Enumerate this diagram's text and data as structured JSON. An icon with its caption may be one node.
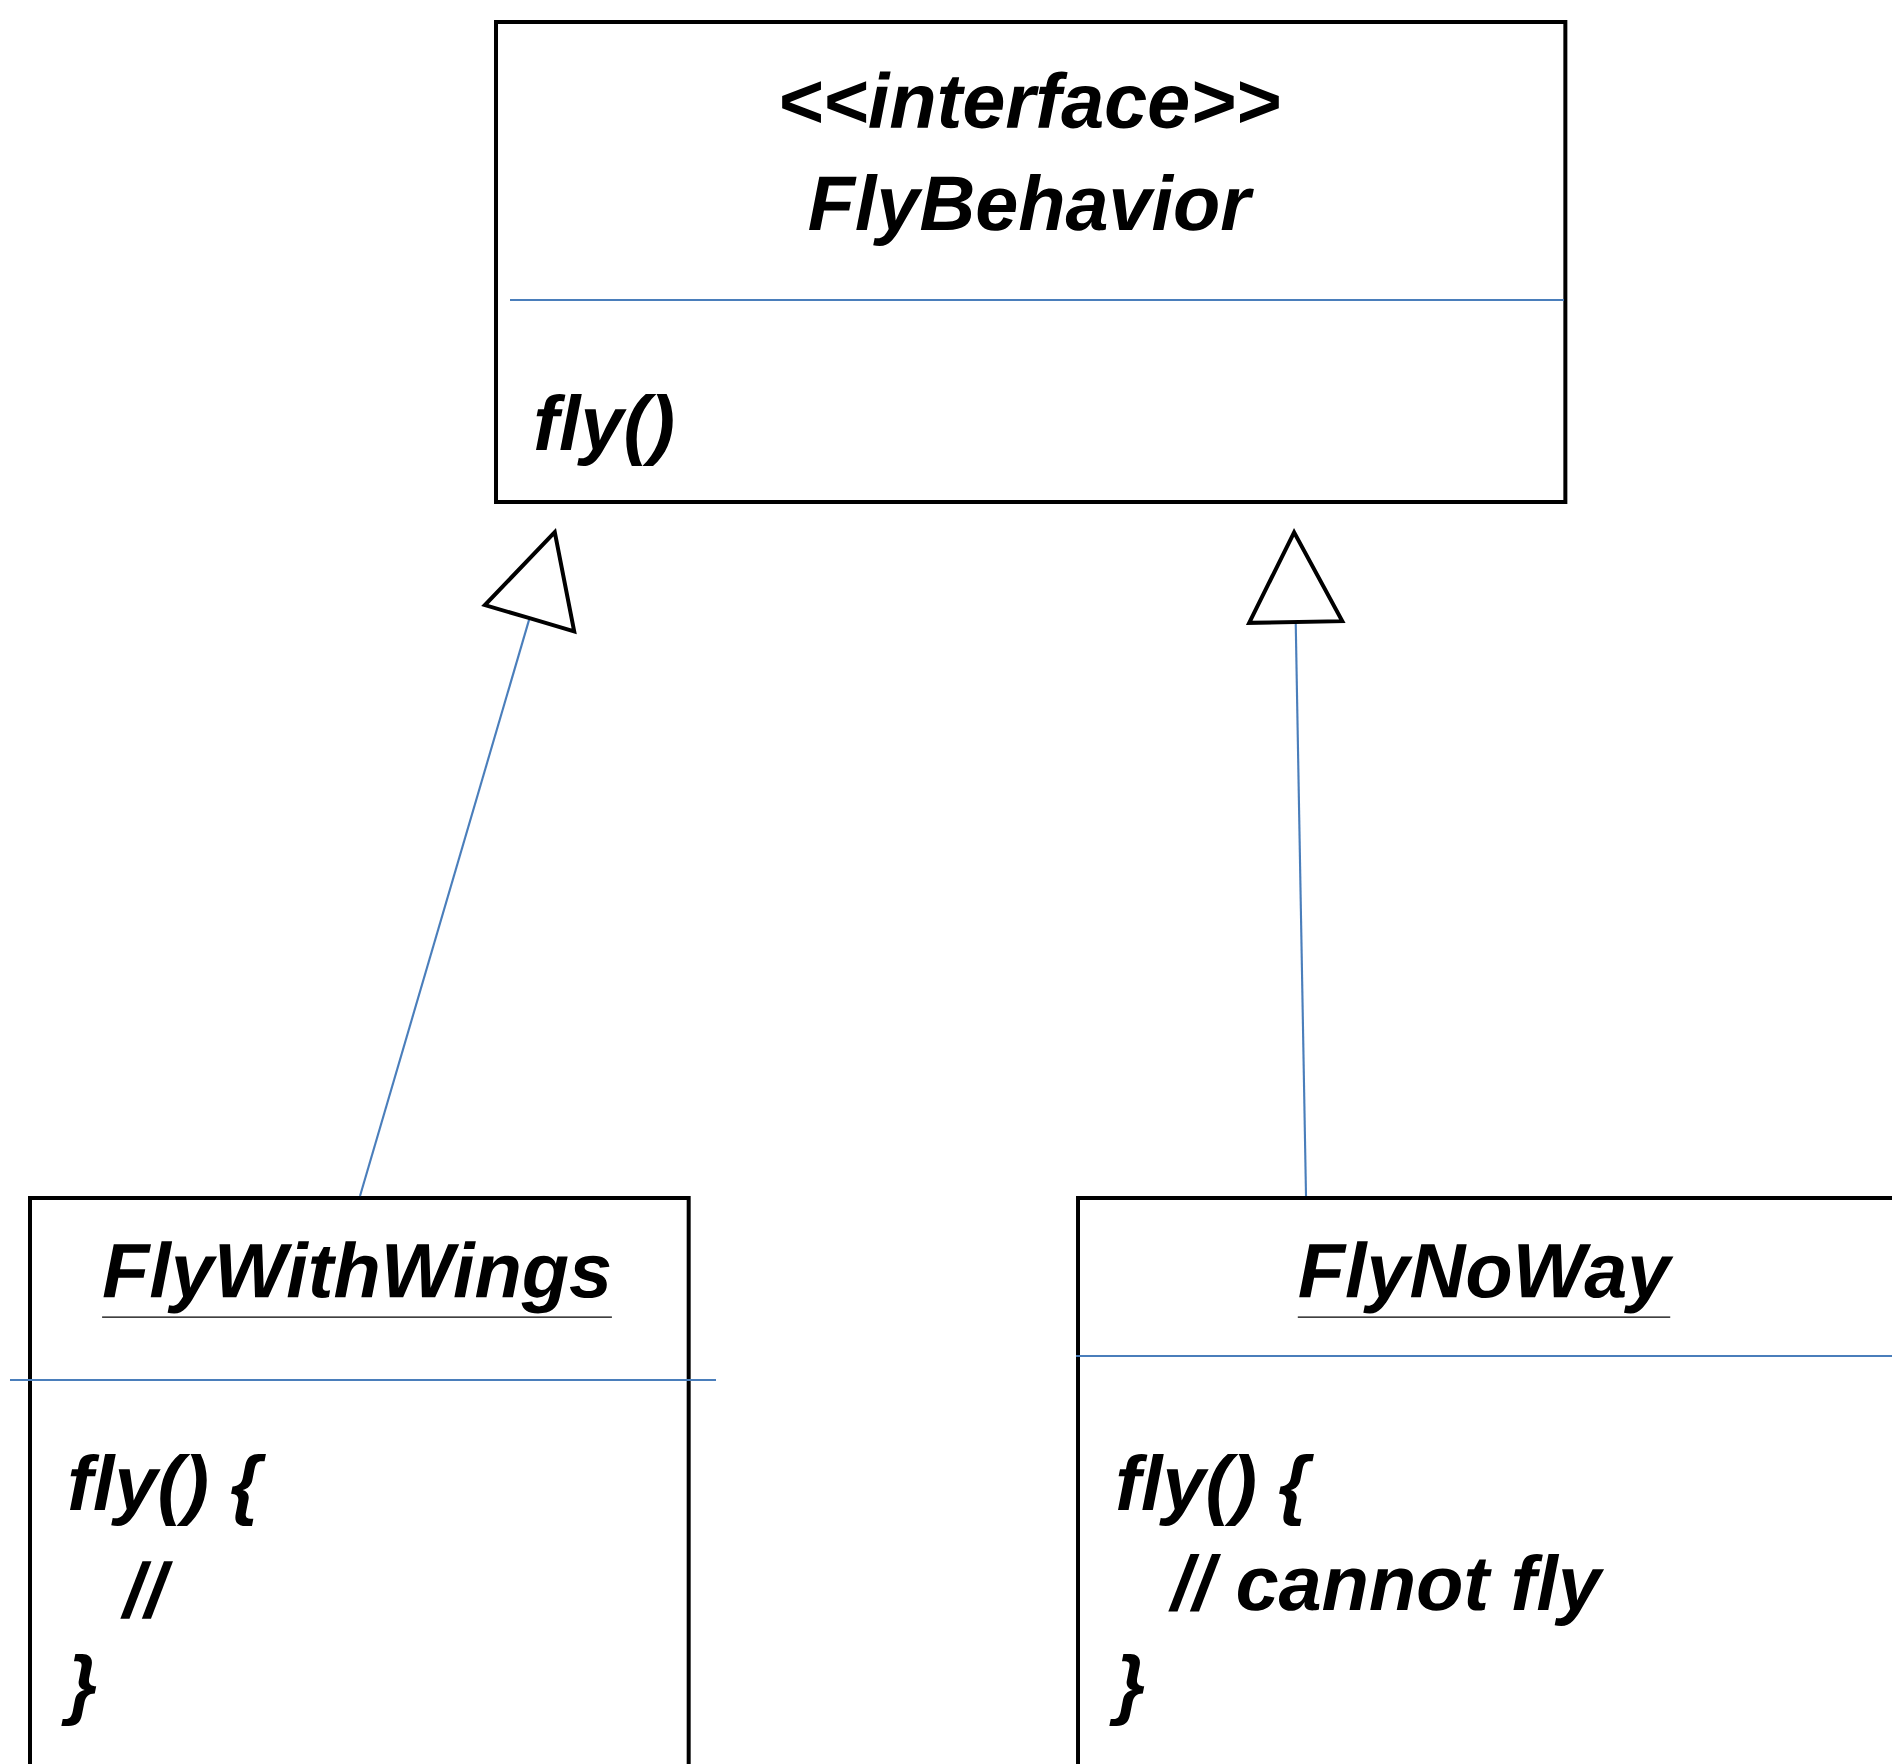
{
  "diagram": {
    "nodes": [
      {
        "text": [
          "<<interface>>",
          "FlyBehavior",
          "fly()"
        ]
      },
      {
        "text": [
          "FlyWithWings",
          "fly() {",
          "//",
          "}"
        ]
      },
      {
        "text": [
          "FlyNoWay",
          "fly() {",
          "// cannot fly",
          "}"
        ]
      }
    ],
    "edges": [
      {
        "from": 1,
        "to": 0,
        "arrow": "to"
      },
      {
        "from": 2,
        "to": 0,
        "arrow": "to"
      }
    ]
  }
}
